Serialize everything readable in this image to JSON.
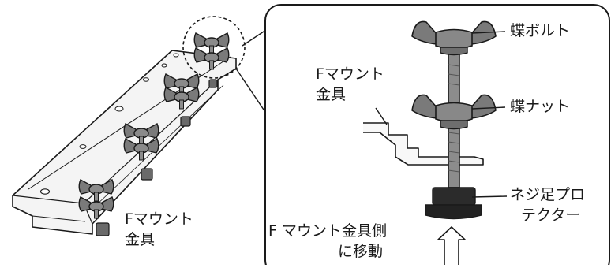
{
  "left_view": {
    "label_line1": "Fマウント",
    "label_line2": "金具"
  },
  "detail_view": {
    "wing_bolt_label": "蝶ボルト",
    "wing_nut_label": "蝶ナット",
    "mount_label_line1": "Fマウント",
    "mount_label_line2": "金具",
    "protector_label_line1": "ネジ足プロ",
    "protector_label_line2": "テクター"
  },
  "instruction": {
    "line1": "F マウント金具側",
    "line2": "に移動"
  },
  "colors": {
    "outline": "#1a1a1a",
    "metal_plate": "#f4f4f4",
    "wing_part": "#7a7a7a",
    "bolt_shaft": "#8c8c8c",
    "protector": "#2b2b2b"
  },
  "icons": {
    "move_direction": "up-arrow-icon",
    "callout_marker": "dashed-circle"
  }
}
